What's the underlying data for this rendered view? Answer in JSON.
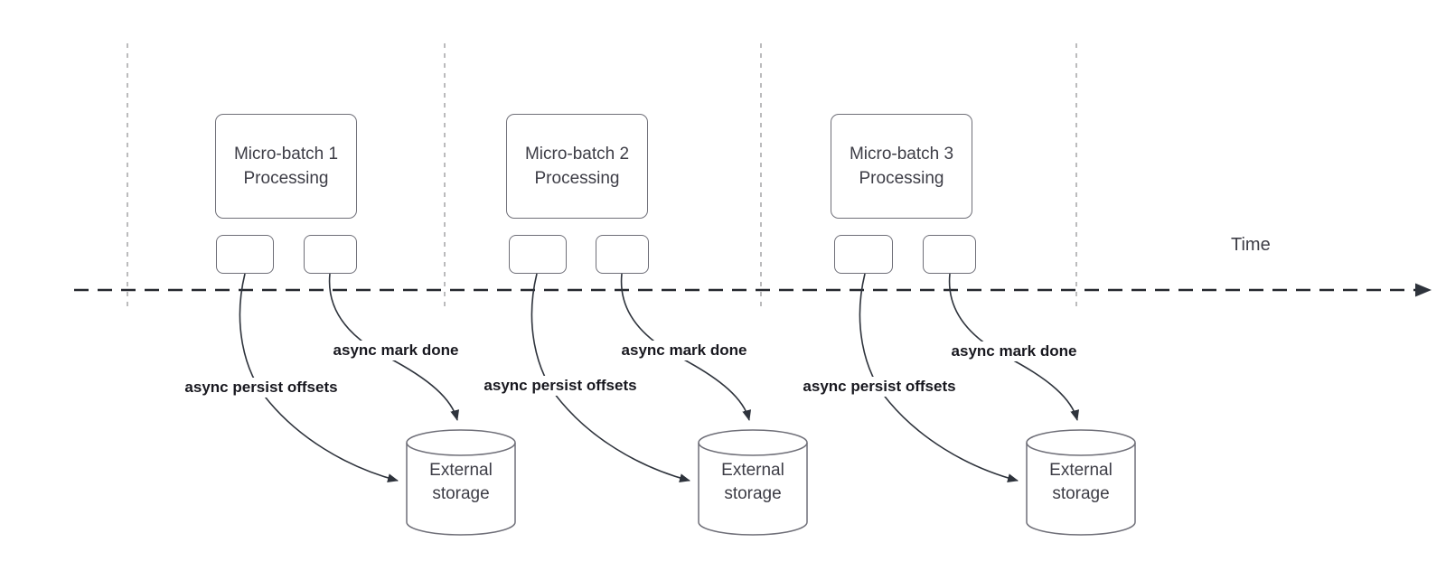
{
  "diagram": {
    "time_axis_label": "Time",
    "batches": [
      {
        "name": "Micro-batch 1",
        "process": "Processing",
        "persist_label": "async persist offsets",
        "done_label": "async mark done",
        "storage_label": "External storage"
      },
      {
        "name": "Micro-batch 2",
        "process": "Processing",
        "persist_label": "async persist offsets",
        "done_label": "async mark done",
        "storage_label": "External storage"
      },
      {
        "name": "Micro-batch 3",
        "process": "Processing",
        "persist_label": "async persist offsets",
        "done_label": "async mark done",
        "storage_label": "External storage"
      }
    ],
    "colors": {
      "shape_border": "#6f6f78",
      "shape_text": "#3d3d46",
      "bold_label_text": "#18181f",
      "timeline": "#24272e",
      "guide_line": "#b4b4b6",
      "arrow_curve": "#2e333c",
      "background": "#ffffff"
    }
  }
}
